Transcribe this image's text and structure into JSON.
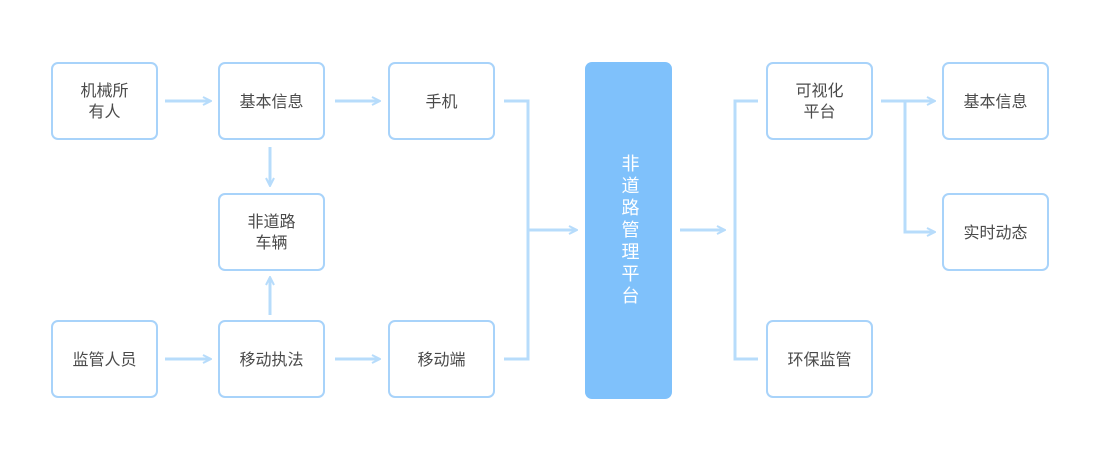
{
  "colors": {
    "border": "#a8d3fa",
    "connector": "#b7dcfb",
    "platform": "#7fc1fb",
    "text": "#4a4a4a"
  },
  "nodes": {
    "machine_owner": "机械所\n有人",
    "basic_info_left": "基本信息",
    "phone": "手机",
    "vehicle": "非道路\n车辆",
    "supervisor": "监管人员",
    "mobile_enforcement": "移动执法",
    "mobile_terminal": "移动端",
    "platform": "非道路管理平台",
    "visual_platform": "可视化\n平台",
    "env_supervision": "环保监管",
    "basic_info_right": "基本信息",
    "realtime_dynamics": "实时动态"
  }
}
